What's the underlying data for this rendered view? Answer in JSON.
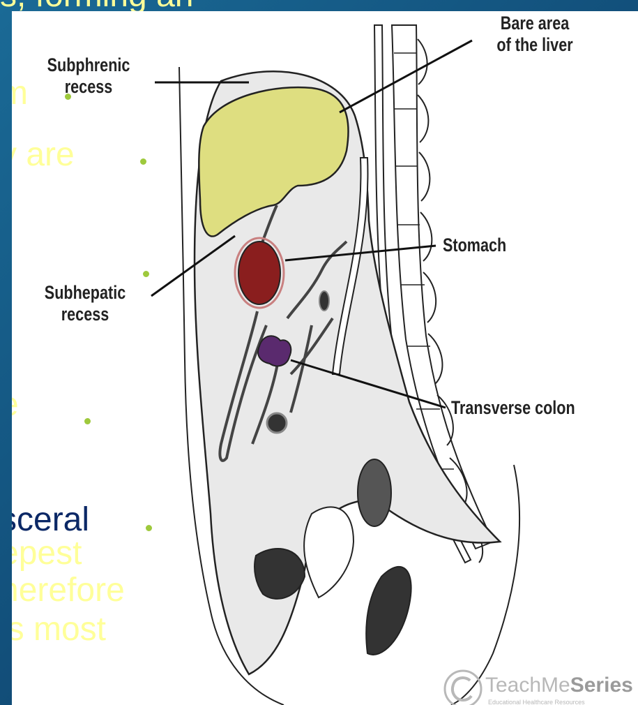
{
  "slide": {
    "background_color": "#114c77",
    "text_color": "#ffff99",
    "highlight_color": "#0b2866",
    "bullet_color": "#9ec93c",
    "lines": [
      "s, forming an",
      "m",
      "y are",
      "e",
      "sceral",
      "epest",
      "herefore",
      "is most"
    ]
  },
  "diagram": {
    "colors": {
      "liver": "#dede80",
      "stomach": "#8a1e1e",
      "colon": "#5a2a6e",
      "cavity": "#e9e9e9",
      "outline": "#222222"
    },
    "labels": {
      "subphrenic_line1": "Subphrenic",
      "subphrenic_line2": "recess",
      "bare_area_line1": "Bare area",
      "bare_area_line2": "of the liver",
      "stomach": "Stomach",
      "subhepatic_line1": "Subhepatic",
      "subhepatic_line2": "recess",
      "transverse_colon": "Transverse colon"
    },
    "watermark": {
      "brand_light": "TeachMe",
      "brand_bold": "Series",
      "tagline": "Educational Healthcare Resources"
    }
  }
}
